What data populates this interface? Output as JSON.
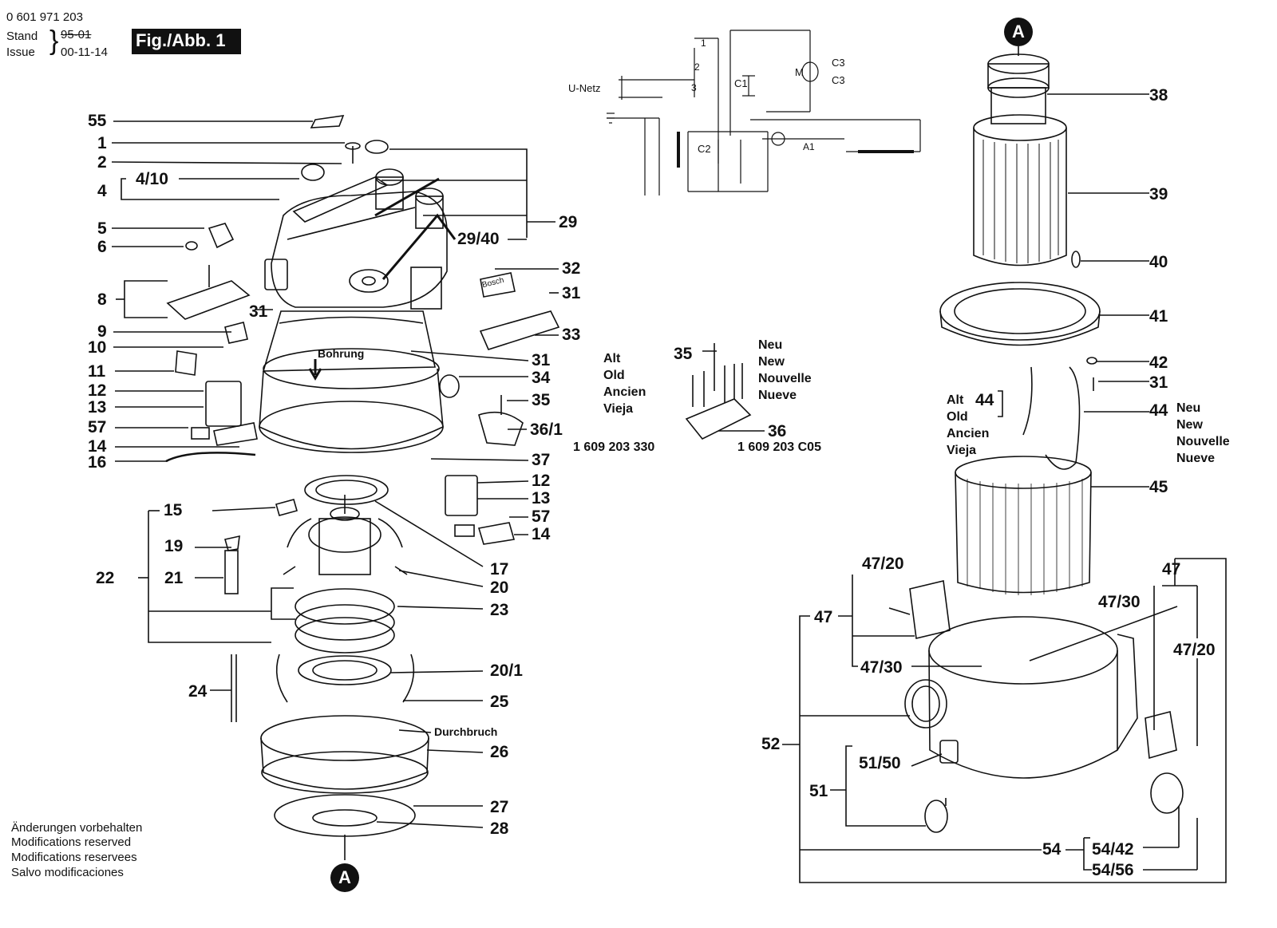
{
  "header": {
    "part_number": "0 601 971 203",
    "stand_label": "Stand",
    "issue_label": "Issue",
    "old_date": "95-01",
    "new_date": "00-11-14",
    "figure_label": "Fig./Abb. 1"
  },
  "footer_notes": [
    "Änderungen vorbehalten",
    "Modifications reserved",
    "Modifications reservees",
    "Salvo modificaciones"
  ],
  "connector_label": "A",
  "annotations": {
    "bohrung": "Bohrung",
    "durchbruch": "Durchbruch",
    "u_netz": "U-Netz",
    "circuit_m": "M",
    "circuit_c1": "C1",
    "circuit_c2": "C2",
    "circuit_c3a": "C3",
    "circuit_c3b": "C3",
    "circuit_a1": "A1",
    "circuit_1": "1",
    "circuit_2": "2",
    "circuit_3": "3",
    "bosch": "Bosch"
  },
  "old_variant_labels": [
    "Alt",
    "Old",
    "Ancien",
    "Vieja"
  ],
  "new_variant_labels": [
    "Neu",
    "New",
    "Nouvelle",
    "Nueve"
  ],
  "old_variant_labels_2": [
    "Alt",
    "Old",
    "Ancien",
    "Vieja"
  ],
  "new_variant_labels_2": [
    "Neu",
    "New",
    "Nouvelle",
    "Nueve"
  ],
  "order_numbers": {
    "old_switch": "1 609 203 330",
    "new_switch": "1 609 203 C05"
  },
  "callouts": {
    "p55": "55",
    "p1": "1",
    "p2": "2",
    "p4_10": "4/10",
    "p4": "4",
    "p5": "5",
    "p6": "6",
    "p8": "8",
    "p9": "9",
    "p10": "10",
    "p11": "11",
    "p12": "12",
    "p13": "13",
    "p57": "57",
    "p14": "14",
    "p16": "16",
    "p29": "29",
    "p29_40": "29/40",
    "p32": "32",
    "p31a": "31",
    "p31b": "31",
    "p33": "33",
    "p31c": "31",
    "p34": "34",
    "p35": "35",
    "p36_1": "36/1",
    "p37": "37",
    "p35b": "35",
    "p36": "36",
    "p12b": "12",
    "p13b": "13",
    "p57b": "57",
    "p14b": "14",
    "p15": "15",
    "p19": "19",
    "p21": "21",
    "p22": "22",
    "p17": "17",
    "p20": "20",
    "p23": "23",
    "p24": "24",
    "p20_1": "20/1",
    "p25": "25",
    "p26": "26",
    "p27": "27",
    "p28": "28",
    "p38": "38",
    "p39": "39",
    "p40": "40",
    "p41": "41",
    "p42": "42",
    "p31d": "31",
    "p44_old": "44",
    "p44_new": "44",
    "p45": "45",
    "p47_20a": "47/20",
    "p47a": "47",
    "p47_30a": "47/30",
    "p47b": "47",
    "p47_30b": "47/30",
    "p47_20b": "47/20",
    "p52": "52",
    "p51_50": "51/50",
    "p51": "51",
    "p54": "54",
    "p54_42": "54/42",
    "p54_56": "54/56"
  }
}
